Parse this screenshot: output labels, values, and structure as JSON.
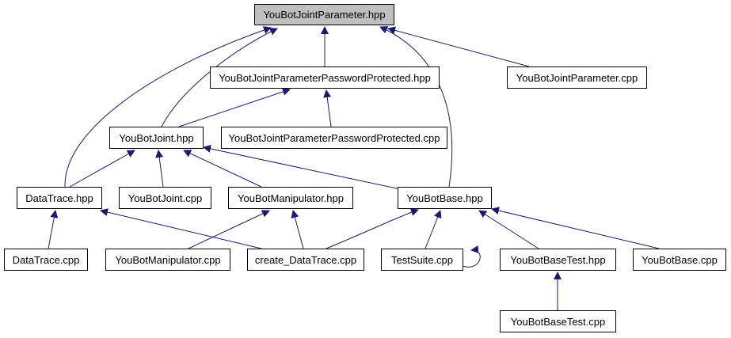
{
  "colors": {
    "edge": "#191970",
    "root_fill": "#bfbfbf",
    "node_fill": "#ffffff",
    "border": "#000000"
  },
  "nodes": {
    "root": "YouBotJointParameter.hpp",
    "pwd_hpp": "YouBotJointParameterPasswordProtected.hpp",
    "param_cpp": "YouBotJointParameter.cpp",
    "joint_hpp": "YouBotJoint.hpp",
    "pwd_cpp": "YouBotJointParameterPasswordProtected.cpp",
    "datatrace_hpp": "DataTrace.hpp",
    "joint_cpp": "YouBotJoint.cpp",
    "manip_hpp": "YouBotManipulator.hpp",
    "base_hpp": "YouBotBase.hpp",
    "datatrace_cpp": "DataTrace.cpp",
    "manip_cpp": "YouBotManipulator.cpp",
    "create_cpp": "create_DataTrace.cpp",
    "testsuite_cpp": "TestSuite.cpp",
    "basetest_hpp": "YouBotBaseTest.hpp",
    "base_cpp": "YouBotBase.cpp",
    "basetest_cpp": "YouBotBaseTest.cpp"
  },
  "edges": [
    [
      "pwd_hpp",
      "root"
    ],
    [
      "param_cpp",
      "root"
    ],
    [
      "joint_hpp",
      "root"
    ],
    [
      "datatrace_hpp",
      "root"
    ],
    [
      "base_hpp",
      "root"
    ],
    [
      "joint_hpp",
      "pwd_hpp"
    ],
    [
      "pwd_cpp",
      "pwd_hpp"
    ],
    [
      "datatrace_hpp",
      "joint_hpp"
    ],
    [
      "joint_cpp",
      "joint_hpp"
    ],
    [
      "manip_hpp",
      "joint_hpp"
    ],
    [
      "base_hpp",
      "joint_hpp"
    ],
    [
      "datatrace_cpp",
      "datatrace_hpp"
    ],
    [
      "create_cpp",
      "datatrace_hpp"
    ],
    [
      "manip_cpp",
      "manip_hpp"
    ],
    [
      "create_cpp",
      "manip_hpp"
    ],
    [
      "create_cpp",
      "base_hpp"
    ],
    [
      "testsuite_cpp",
      "base_hpp"
    ],
    [
      "basetest_hpp",
      "base_hpp"
    ],
    [
      "base_cpp",
      "base_hpp"
    ],
    [
      "basetest_cpp",
      "basetest_hpp"
    ],
    [
      "testsuite_cpp",
      "testsuite_cpp"
    ]
  ]
}
